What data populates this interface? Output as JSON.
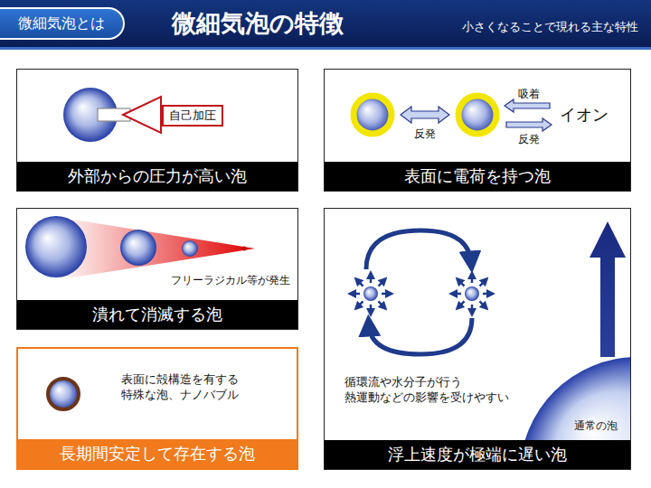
{
  "diagram": {
    "title": "微細気泡の特徴",
    "nodes": [
      {
        "text": [
          "微細気泡とは"
        ]
      },
      {
        "text": [
          "外部からの圧力が高い泡"
        ]
      },
      {
        "text": [
          "自己加圧"
        ],
        "in": 1
      },
      {
        "text": [
          "表面に電荷を持つ泡"
        ]
      },
      {
        "text": [
          "フリーラジカル等が発生",
          "潰れて消滅する泡"
        ]
      },
      {
        "text": [
          "表面に殻構造を有する 特殊な泡、ナノバブル",
          "長期間安定して存在する泡"
        ]
      },
      {
        "text": [
          "循環流や水分子が行う 熱運動などの影響を受けやすい",
          "浮上速度が極端に遅い泡"
        ]
      },
      {
        "text": [
          "通常の泡"
        ],
        "in": 6
      }
    ],
    "labels": [
      "小さくなることで現れる主な特性",
      "反発",
      "吸着",
      "反発",
      "イオン"
    ]
  }
}
